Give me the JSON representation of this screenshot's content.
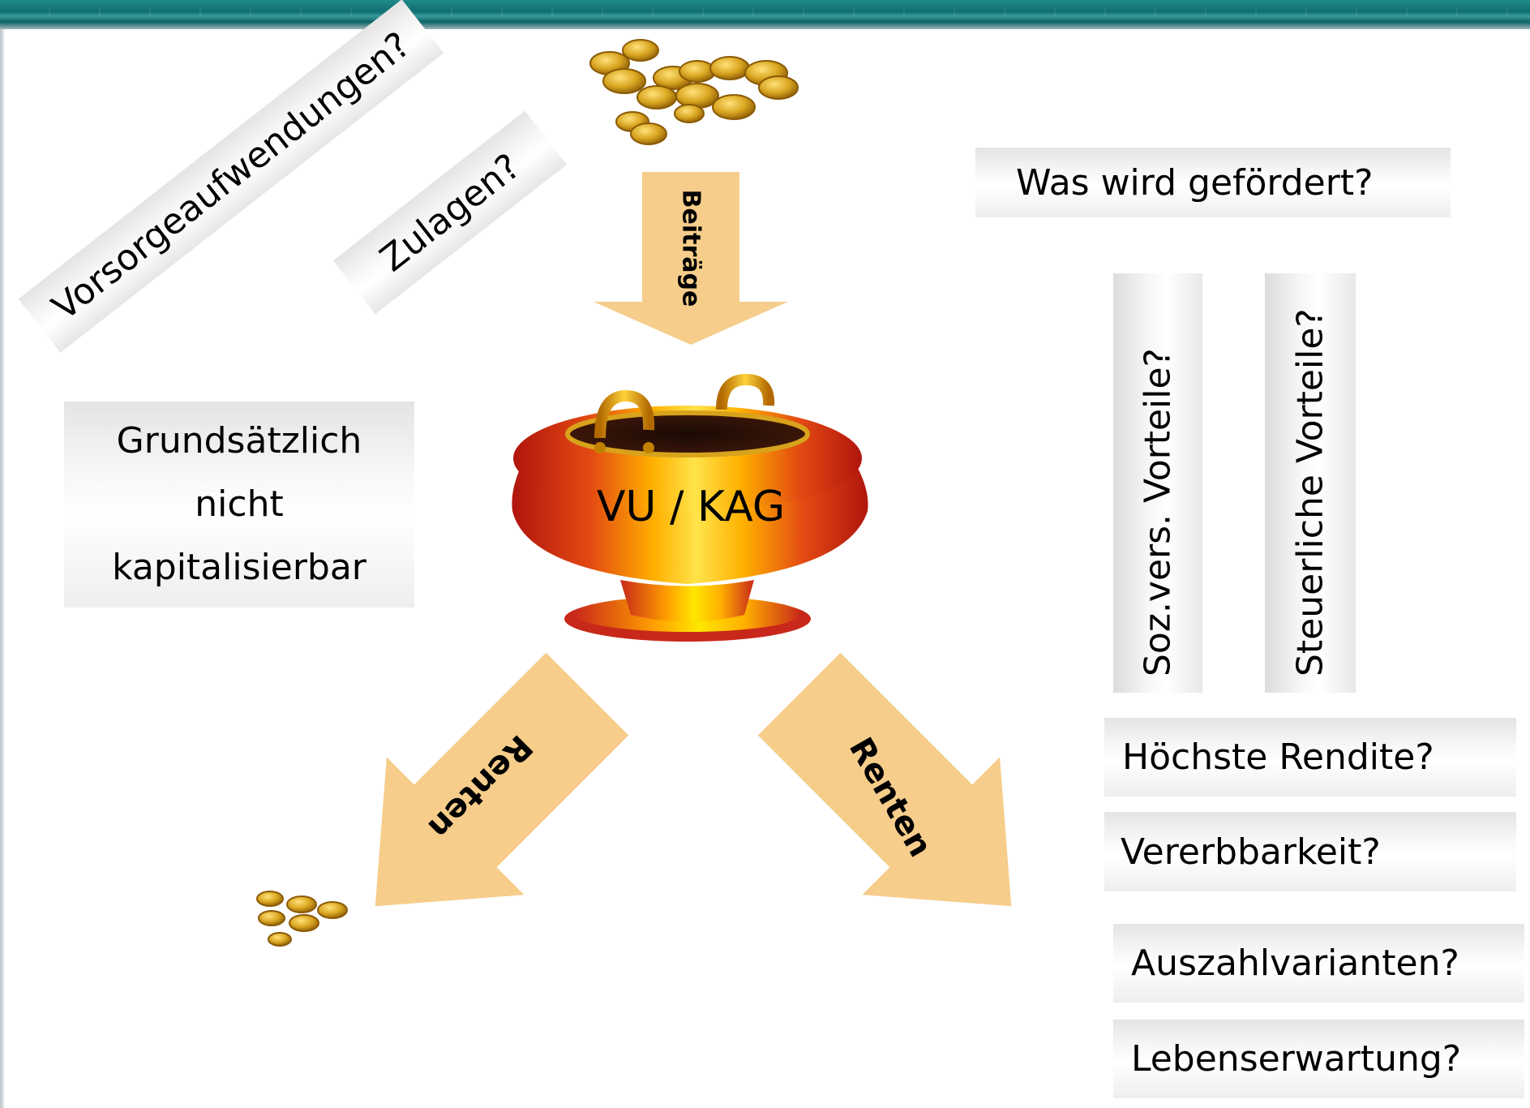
{
  "labels": {
    "vorsorge": "Vorsorgeaufwendungen?",
    "zulagen": "Zulagen?",
    "beitraege": "Beiträge",
    "pot": "VU / KAG",
    "grund_line1": "Grundsätzlich",
    "grund_line2": "nicht",
    "grund_line3": "kapitalisierbar",
    "renten_left": "Renten",
    "renten_right": "Renten",
    "was_wird": "Was wird gefördert?",
    "sozvers": "Soz.vers. Vorteile?",
    "steuer": "Steuerliche Vorteile?",
    "rendite": "Höchste Rendite?",
    "vererb": "Vererbbarkeit?",
    "auszahl": "Auszahlvarianten?",
    "lebens": "Lebenserwartung?"
  },
  "colors": {
    "arrow": "#f6cd8b",
    "coin": "#d9a520",
    "pot_red": "#c8281a",
    "pot_yellow": "#ffd700",
    "header": "#0f6e72"
  }
}
